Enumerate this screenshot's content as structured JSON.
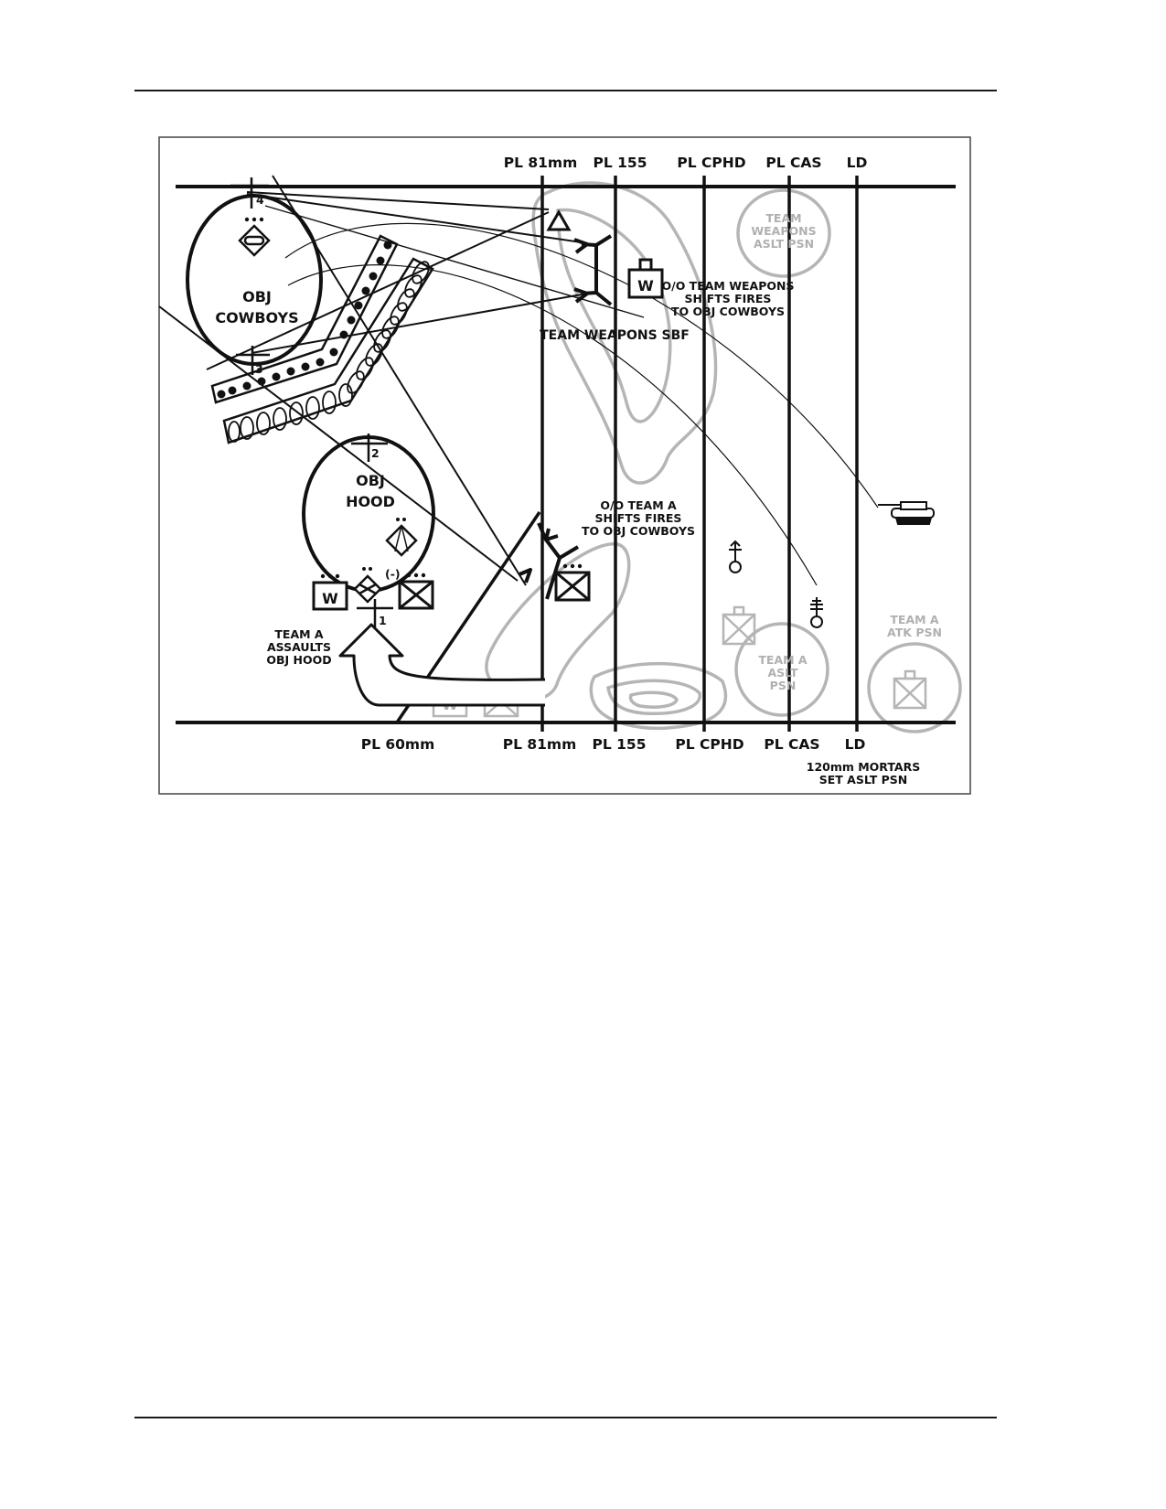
{
  "phase_lines_top": [
    "PL 81mm",
    "PL 155",
    "PL CPHD",
    "PL CAS",
    "LD"
  ],
  "phase_lines_bottom": [
    "PL 60mm",
    "PL 81mm",
    "PL 155",
    "PL CPHD",
    "PL CAS",
    "LD"
  ],
  "objectives": {
    "cowboys": [
      "OBJ",
      "COWBOYS"
    ],
    "hood": [
      "OBJ",
      "HOOD"
    ]
  },
  "markers": [
    "4",
    "3",
    "2",
    "1"
  ],
  "unit_letters": {
    "weapons": "W",
    "reduced": "(-)"
  },
  "labels": {
    "team_weapons_shift": [
      "O/O TEAM WEAPONS",
      "SHIFTS FIRES",
      "TO OBJ COWBOYS"
    ],
    "team_weapons_sbf": "TEAM WEAPONS SBF",
    "team_a_shift": [
      "O/O TEAM A",
      "SHIFTS FIRES",
      "TO OBJ COWBOYS"
    ],
    "team_a_assaults": [
      "TEAM A",
      "ASSAULTS",
      "OBJ HOOD"
    ],
    "mortars": [
      "120mm MORTARS",
      "SET ASLT PSN"
    ]
  },
  "grey_labels": {
    "team_weapons_aslt": [
      "TEAM",
      "WEAPONS",
      "ASLT PSN"
    ],
    "team_a_aslt": [
      "TEAM A",
      "ASLT",
      "PSN"
    ],
    "team_a_atk": [
      "TEAM A",
      "ATK PSN"
    ]
  },
  "colors": {
    "ink": "#111111",
    "grey": "#b5b5b5"
  }
}
